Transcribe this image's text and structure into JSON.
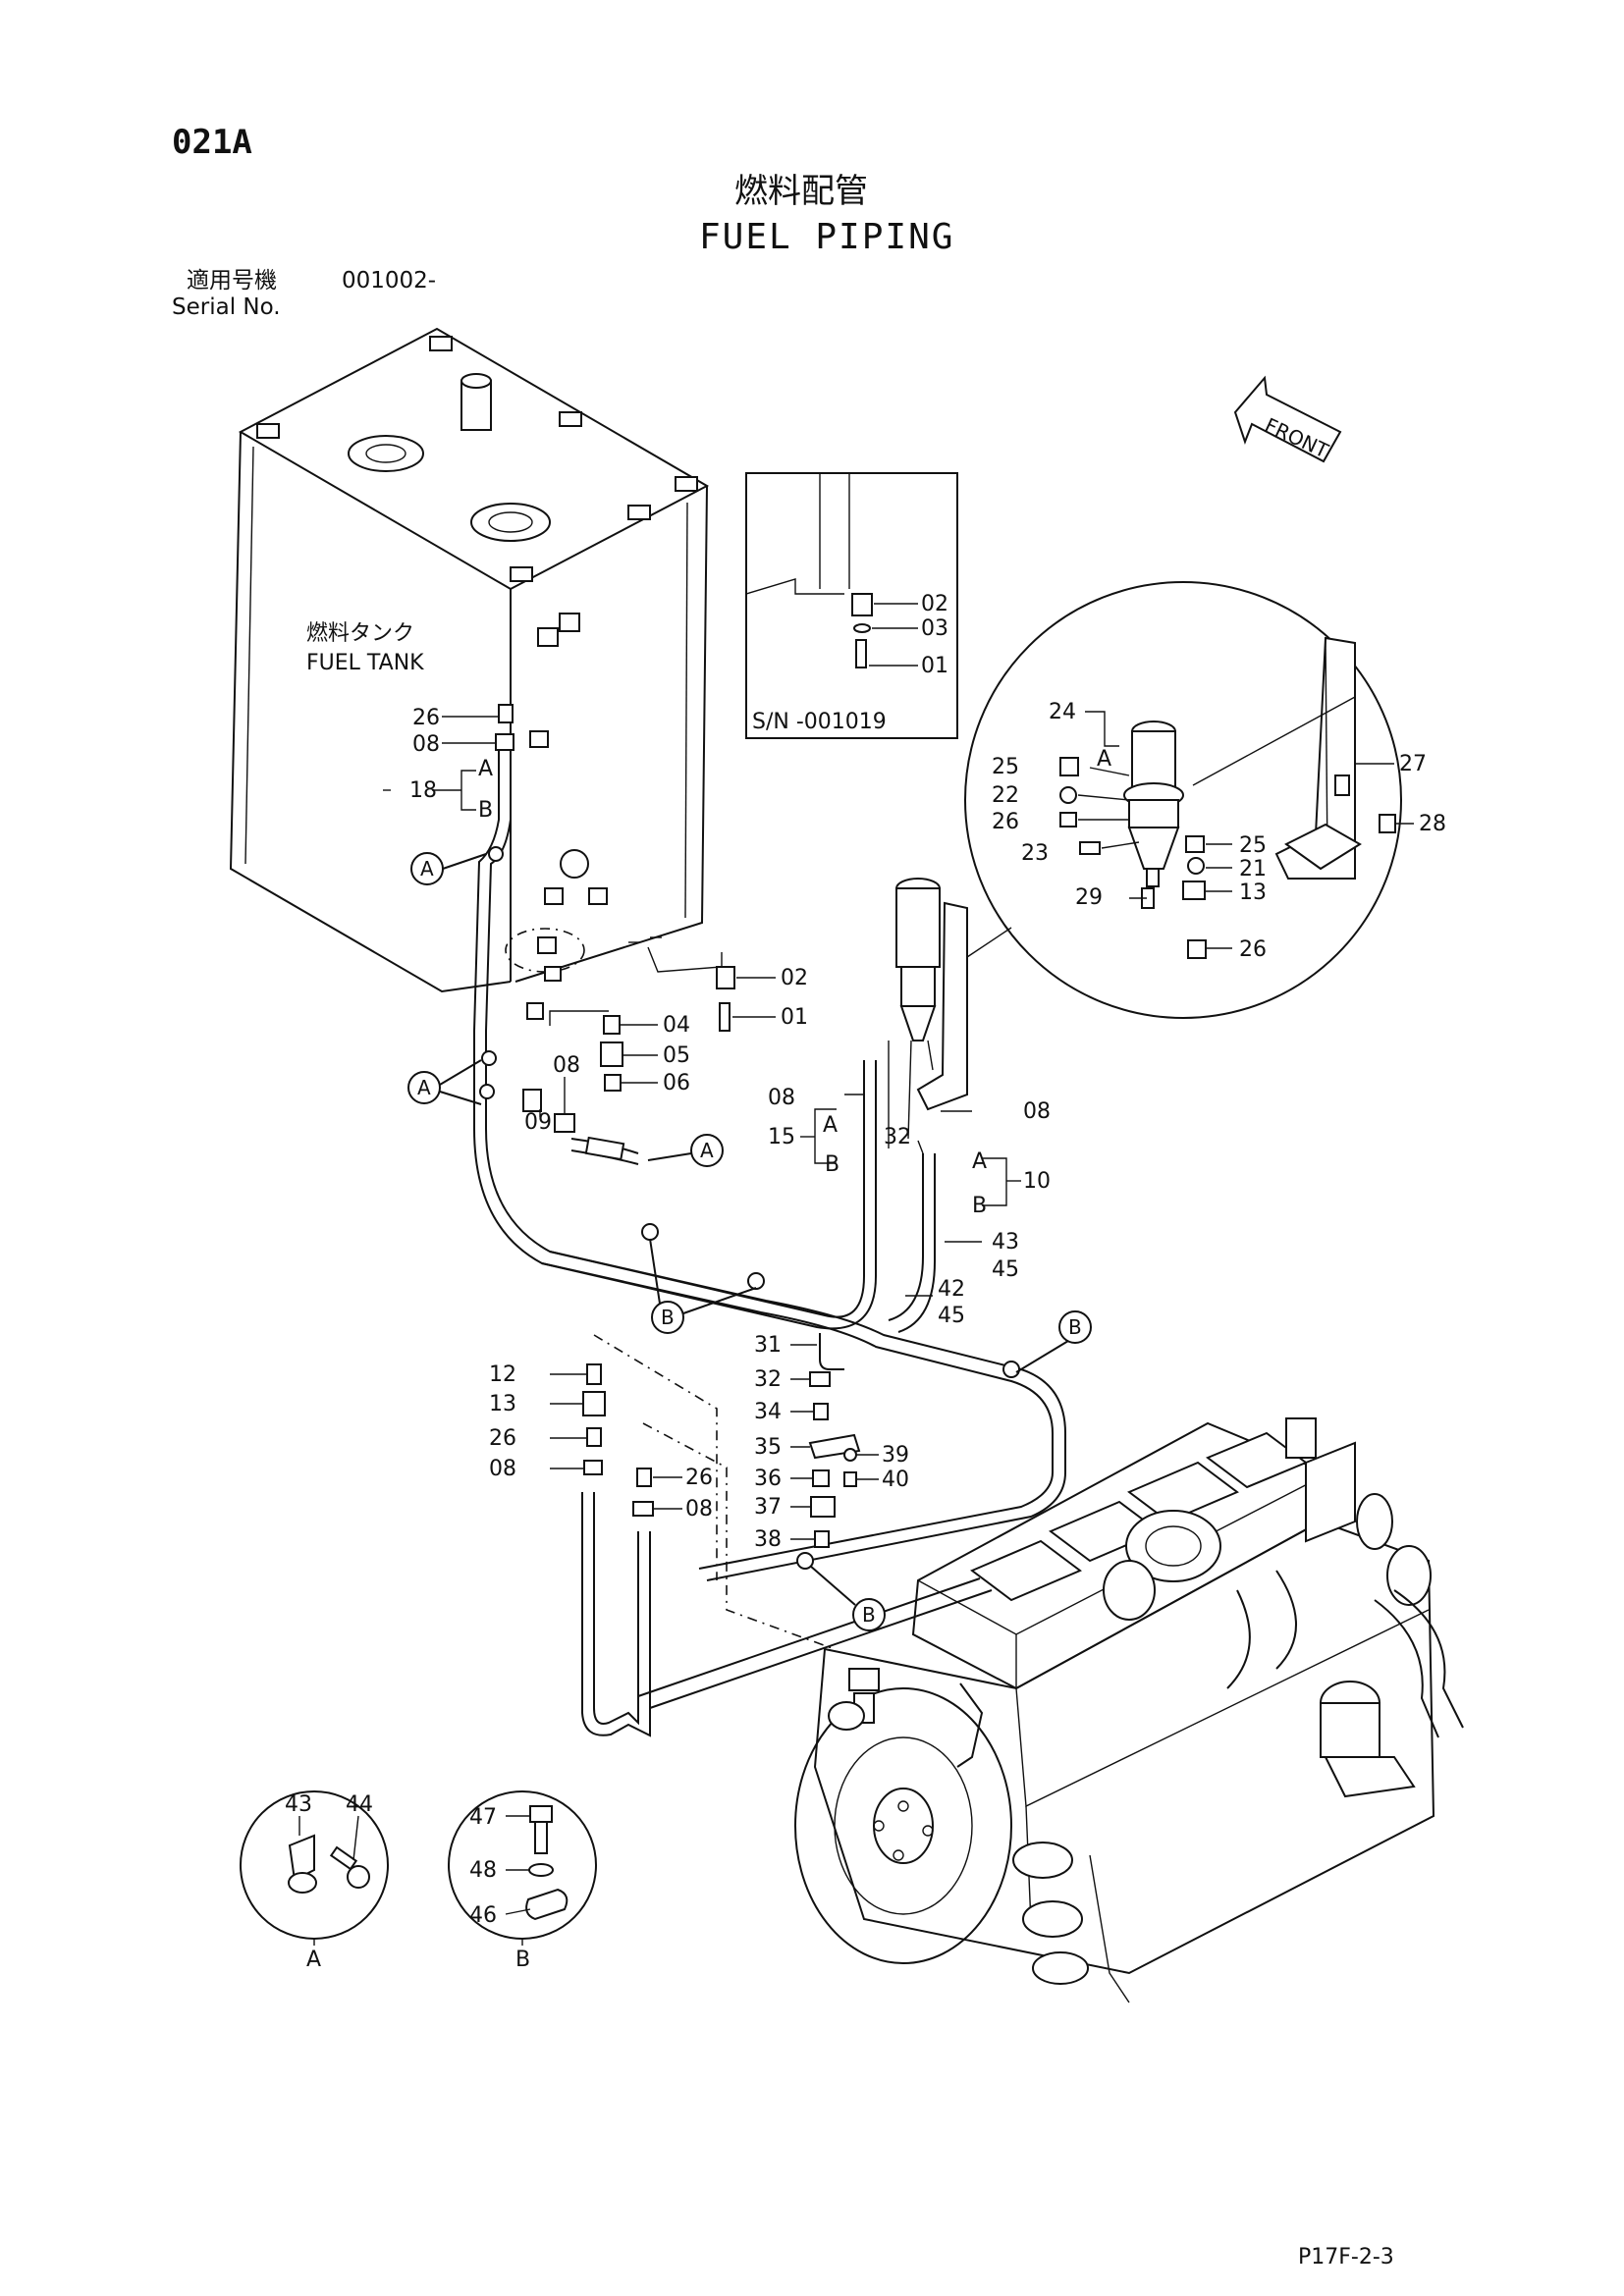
{
  "header": {
    "page_code": "021A",
    "title_jp": "燃料配管",
    "title_en": "FUEL PIPING",
    "serial_label_jp": "適用号機",
    "serial_value": "001002-",
    "serial_label_en": "Serial No."
  },
  "labels": {
    "fuel_tank_jp": "燃料タンク",
    "fuel_tank_en": "FUEL TANK",
    "inset_serial": "S/N -001019",
    "front": "FRONT",
    "marker_a": "A",
    "marker_b": "B"
  },
  "part_numbers": {
    "p01": "01",
    "p02": "02",
    "p03": "03",
    "p04": "04",
    "p05": "05",
    "p06": "06",
    "p08": "08",
    "p09": "09",
    "p10": "10",
    "p12": "12",
    "p13": "13",
    "p15": "15",
    "p18": "18",
    "p21": "21",
    "p22": "22",
    "p23": "23",
    "p24": "24",
    "p25": "25",
    "p26": "26",
    "p27": "27",
    "p28": "28",
    "p29": "29",
    "p31": "31",
    "p32": "32",
    "p34": "34",
    "p35": "35",
    "p36": "36",
    "p37": "37",
    "p38": "38",
    "p39": "39",
    "p40": "40",
    "p42": "42",
    "p43": "43",
    "p44": "44",
    "p45": "45",
    "p46": "46",
    "p47": "47",
    "p48": "48"
  },
  "footer": {
    "page_ref": "P17F-2-3"
  }
}
